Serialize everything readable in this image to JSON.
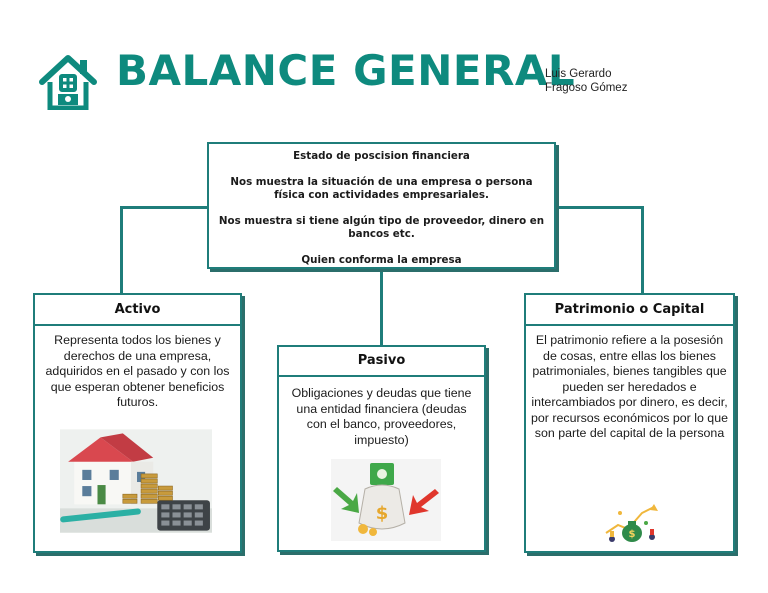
{
  "header": {
    "title": "BALANCE GENERAL",
    "author_line1": "Luis Gerardo",
    "author_line2": "Fragoso Gómez"
  },
  "center": {
    "line1": "Estado de poscision financiera",
    "line2": "Nos muestra la situación de una empresa o persona física con actividades empresariales.",
    "line3": "Nos muestra si tiene algún tipo de proveedor, dinero en bancos etc.",
    "line4": "Quien conforma la empresa"
  },
  "activo": {
    "title": "Activo",
    "text": "Representa todos los bienes y derechos de una empresa, adquiridos en el pasado y con los que esperan obtener beneficios futuros."
  },
  "pasivo": {
    "title": "Pasivo",
    "text": "Obligaciones y deudas que tiene una entidad financiera (deudas con el banco, proveedores, impuesto)"
  },
  "patrimonio": {
    "title": "Patrimonio o Capital",
    "text": "El patrimonio refiere a la posesión de cosas, entre ellas los bienes patrimoniales, bienes tangibles que pueden ser heredados e intercambiados por dinero, es decir, por recursos económicos por lo que son parte del capital de la persona"
  },
  "colors": {
    "accent": "#0e8a7e",
    "line": "#1f7d7a"
  }
}
